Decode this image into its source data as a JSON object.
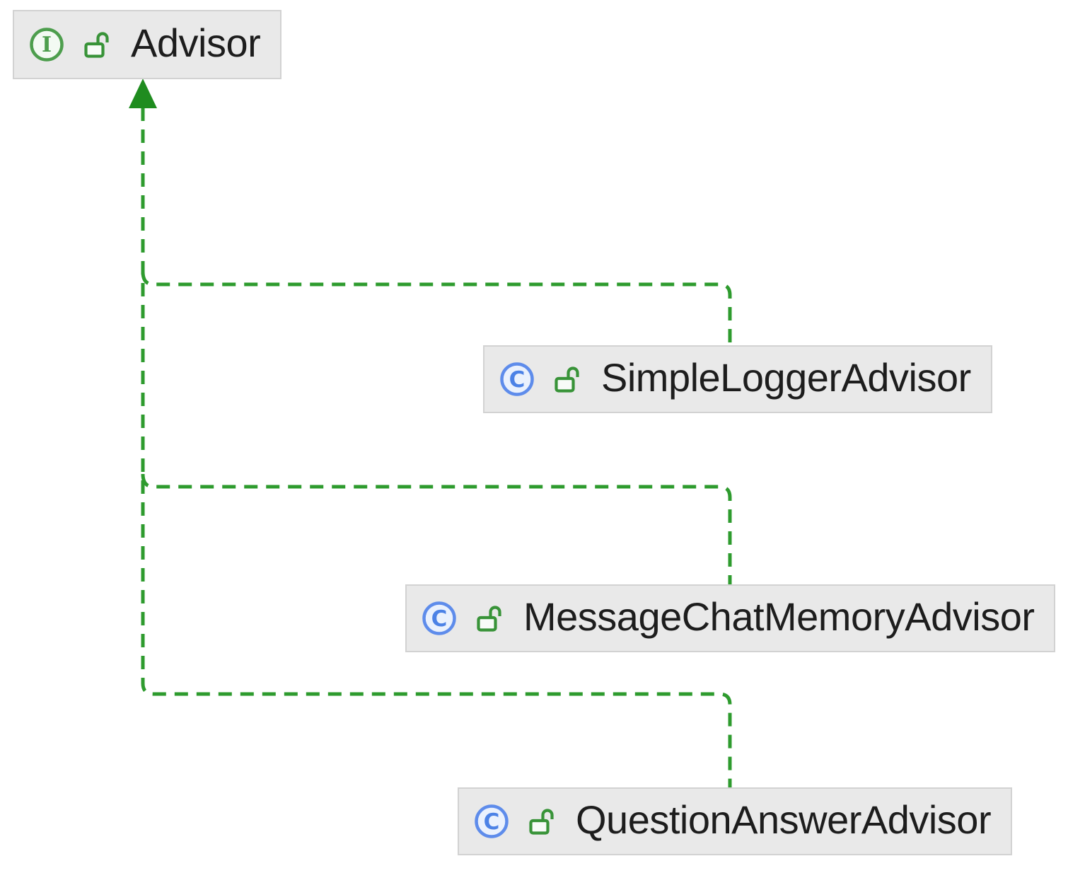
{
  "diagram": {
    "type": "uml-class-diagram",
    "nodes": [
      {
        "id": "advisor",
        "label": "Advisor",
        "kind": "interface",
        "visibility": "public"
      },
      {
        "id": "simple-logger-advisor",
        "label": "SimpleLoggerAdvisor",
        "kind": "class",
        "visibility": "public"
      },
      {
        "id": "message-chat-memory-advisor",
        "label": "MessageChatMemoryAdvisor",
        "kind": "class",
        "visibility": "public"
      },
      {
        "id": "question-answer-advisor",
        "label": "QuestionAnswerAdvisor",
        "kind": "class",
        "visibility": "public"
      }
    ],
    "edges": [
      {
        "from": "SimpleLoggerAdvisor",
        "to": "Advisor",
        "relation": "implements",
        "style": "dashed-green-arrow"
      },
      {
        "from": "MessageChatMemoryAdvisor",
        "to": "Advisor",
        "relation": "implements",
        "style": "dashed-green-arrow"
      },
      {
        "from": "QuestionAnswerAdvisor",
        "to": "Advisor",
        "relation": "implements",
        "style": "dashed-green-arrow"
      }
    ],
    "icon_letters": {
      "interface": "I",
      "class": "C"
    },
    "colors": {
      "edge_dash": "#2e9b2e",
      "arrowhead": "#1f8c1f",
      "interface_icon_green": "#4d9e4d",
      "class_icon_blue": "#5e8ceb",
      "lock_icon_green": "#389338",
      "node_background": "#e9e9e9",
      "node_border": "#d2d2d2",
      "label_text": "#1d1d1d",
      "canvas_background": "#ffffff"
    }
  }
}
